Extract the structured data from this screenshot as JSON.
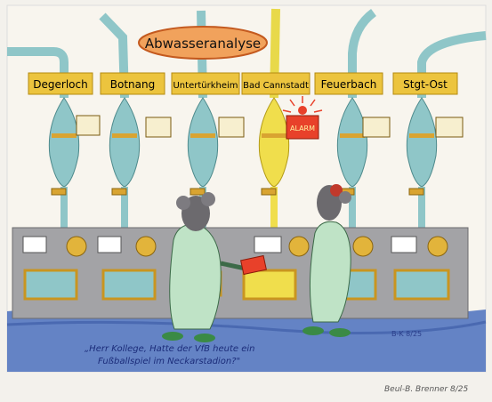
{
  "title": "Abwasseranalyse",
  "stations": [
    "Degerloch",
    "Botnang",
    "Untertürkheim",
    "Bad Cannstadt",
    "Feuerbach",
    "Stgt-Ost"
  ],
  "caption": {
    "line1": "„Herr Kollege, Hatte der VfB heute ein",
    "line2": "Fußballspiel im Neckarstadion?\""
  },
  "alarm_label": "ALARM",
  "signature": "Beul-B. Brenner 8/25",
  "signature_small": "B-K 8/25"
}
